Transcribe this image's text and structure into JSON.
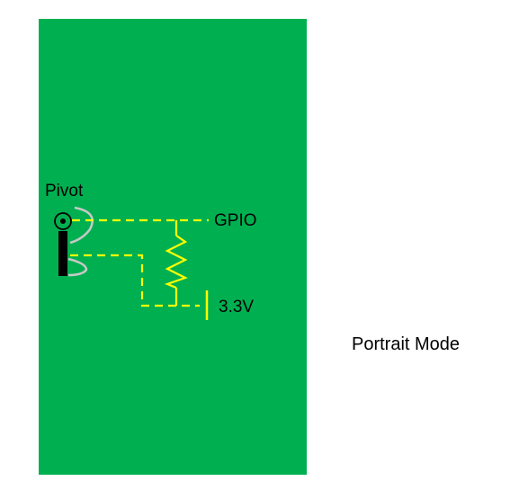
{
  "labels": {
    "pivot": "Pivot",
    "gpio": "GPIO",
    "voltage": "3.3V",
    "mode": "Portrait Mode"
  },
  "colors": {
    "board": "#00b050",
    "wire": "#ffff00",
    "spring": "#c8c8c8",
    "bar": "#000000",
    "text": "#000000"
  }
}
